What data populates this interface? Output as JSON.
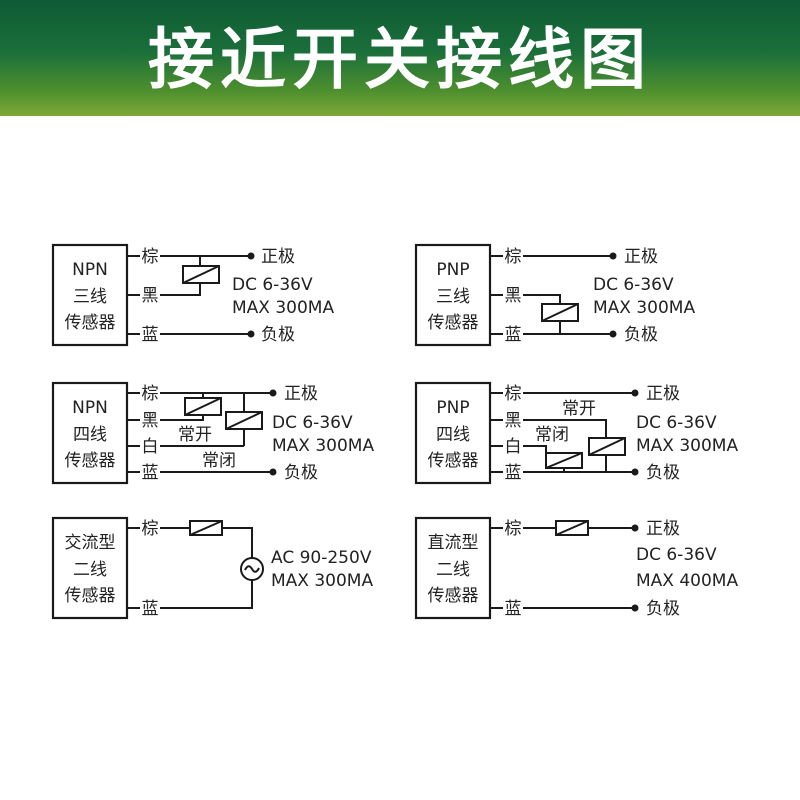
{
  "header": {
    "title": "接近开关接线图"
  },
  "panels": {
    "npn3": {
      "name": [
        "NPN",
        "三线",
        "传感器"
      ],
      "wires": [
        "棕",
        "黑",
        "蓝"
      ],
      "terminals": [
        "正极",
        "负极"
      ],
      "spec": [
        "DC 6-36V",
        "MAX 300MA"
      ]
    },
    "pnp3": {
      "name": [
        "PNP",
        "三线",
        "传感器"
      ],
      "wires": [
        "棕",
        "黑",
        "蓝"
      ],
      "terminals": [
        "正极",
        "负极"
      ],
      "spec": [
        "DC 6-36V",
        "MAX 300MA"
      ]
    },
    "npn4": {
      "name": [
        "NPN",
        "四线",
        "传感器"
      ],
      "wires": [
        "棕",
        "黑",
        "白",
        "蓝"
      ],
      "contacts": [
        "常开",
        "常闭"
      ],
      "terminals": [
        "正极",
        "负极"
      ],
      "spec": [
        "DC 6-36V",
        "MAX 300MA"
      ]
    },
    "pnp4": {
      "name": [
        "PNP",
        "四线",
        "传感器"
      ],
      "wires": [
        "棕",
        "黑",
        "白",
        "蓝"
      ],
      "contacts": [
        "常开",
        "常闭"
      ],
      "terminals": [
        "正极",
        "负极"
      ],
      "spec": [
        "DC 6-36V",
        "MAX 300MA"
      ]
    },
    "ac2": {
      "name": [
        "交流型",
        "二线",
        "传感器"
      ],
      "wires": [
        "棕",
        "蓝"
      ],
      "spec": [
        "AC 90-250V",
        "MAX 300MA"
      ]
    },
    "dc2": {
      "name": [
        "直流型",
        "二线",
        "传感器"
      ],
      "wires": [
        "棕",
        "蓝"
      ],
      "terminals": [
        "正极",
        "负极"
      ],
      "spec": [
        "DC 6-36V",
        "MAX 400MA"
      ]
    }
  }
}
